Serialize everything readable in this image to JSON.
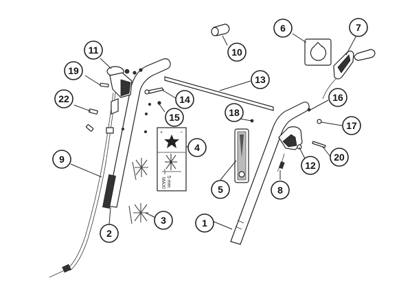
{
  "callouts": [
    {
      "id": "c1",
      "label": "1"
    },
    {
      "id": "c2",
      "label": "2"
    },
    {
      "id": "c3",
      "label": "3"
    },
    {
      "id": "c4",
      "label": "4"
    },
    {
      "id": "c5",
      "label": "5"
    },
    {
      "id": "c6",
      "label": "6"
    },
    {
      "id": "c7",
      "label": "7"
    },
    {
      "id": "c8",
      "label": "8"
    },
    {
      "id": "c9",
      "label": "9"
    },
    {
      "id": "c10",
      "label": "10"
    },
    {
      "id": "c11",
      "label": "11"
    },
    {
      "id": "c12",
      "label": "12"
    },
    {
      "id": "c13",
      "label": "13"
    },
    {
      "id": "c14",
      "label": "14"
    },
    {
      "id": "c15",
      "label": "15"
    },
    {
      "id": "c16",
      "label": "16"
    },
    {
      "id": "c17",
      "label": "17"
    },
    {
      "id": "c18",
      "label": "18"
    },
    {
      "id": "c19",
      "label": "19"
    },
    {
      "id": "c20",
      "label": "20"
    },
    {
      "id": "c22",
      "label": "22"
    }
  ],
  "decal": {
    "plus": "+",
    "minus": "−",
    "cut_height": "5 mm",
    "maxi": "MAXI"
  }
}
